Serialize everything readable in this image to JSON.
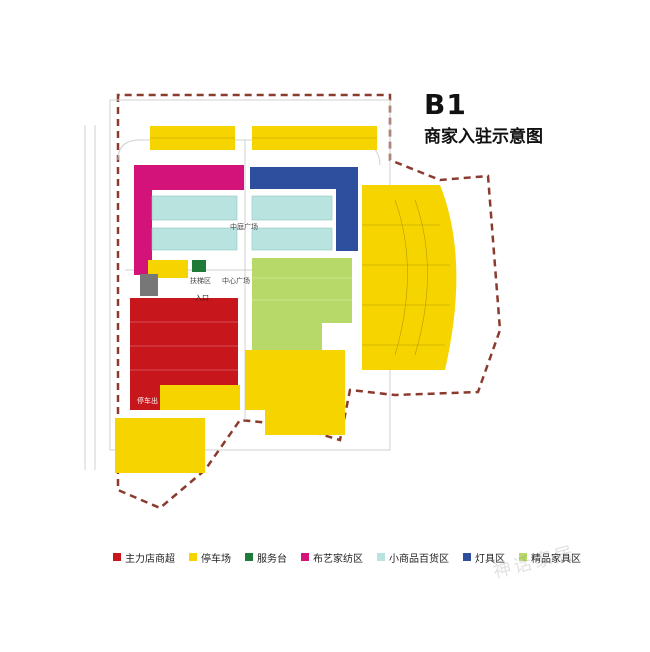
{
  "title": {
    "code": "B1",
    "subtitle": "商家入驻示意图"
  },
  "zones": {
    "anchor": {
      "name": "主力店商超",
      "color": "#c8161d"
    },
    "parking": {
      "name": "停车场",
      "color": "#f5d400"
    },
    "service": {
      "name": "服务台",
      "color": "#1e7a37"
    },
    "textile": {
      "name": "布艺家纺区",
      "color": "#d4137a"
    },
    "small_goods": {
      "name": "小商品百货区",
      "color": "#b9e3de"
    },
    "lighting": {
      "name": "灯具区",
      "color": "#2d4f9e"
    },
    "fine_home": {
      "name": "精品家具区",
      "color": "#b7d96a"
    }
  },
  "legend_order": [
    "anchor",
    "parking",
    "service",
    "textile",
    "small_goods",
    "lighting",
    "fine_home"
  ],
  "map_labels": {
    "plaza_north": "中庭广场",
    "plaza_center": "中心广场",
    "escalator": "扶梯区",
    "entrance": "入口",
    "south_label": "停车出"
  },
  "watermark": "神话家居",
  "boundary_color": "#8b3a2e"
}
